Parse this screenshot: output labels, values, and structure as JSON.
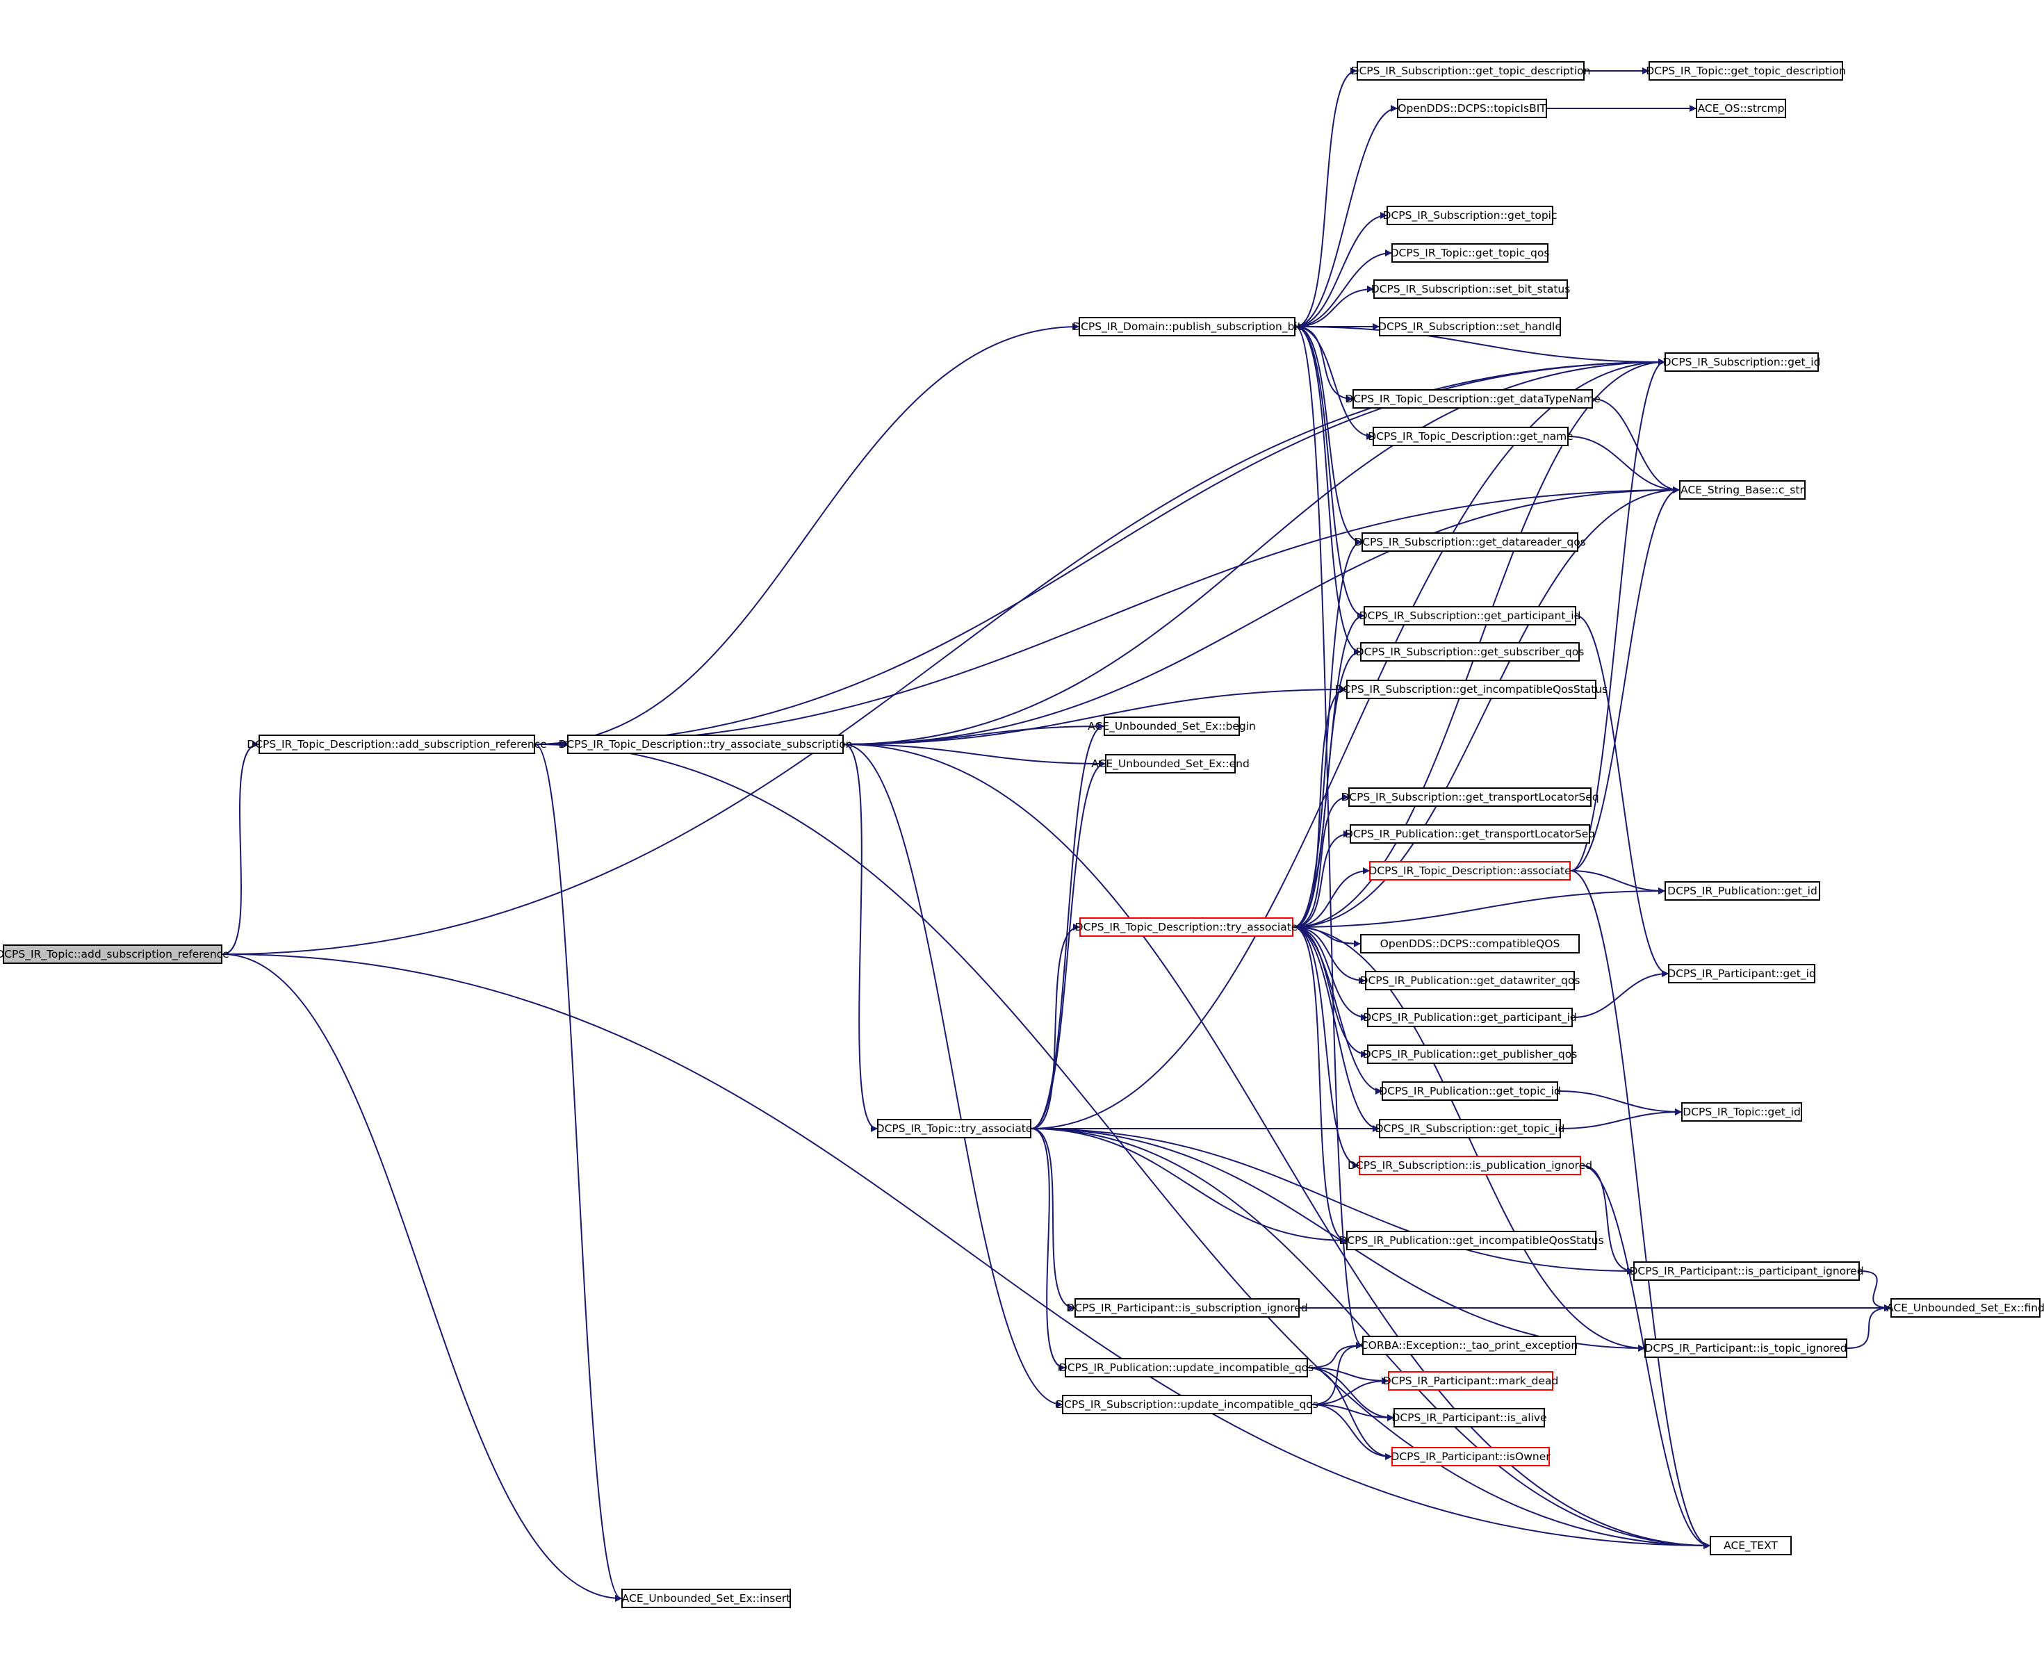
{
  "graph": {
    "colors": {
      "edge": "#191970",
      "node_border": "#000000",
      "truncated_border": "#ff0000",
      "root_fill": "#bfbfbf",
      "background": "#ffffff"
    },
    "nodes": {
      "root": {
        "label": "DCPS_IR_Topic::add_subscription_reference",
        "kind": "root"
      },
      "n1": {
        "label": "DCPS_IR_Topic_Description::add_subscription_reference",
        "kind": "normal"
      },
      "n2": {
        "label": "DCPS_IR_Topic_Description::try_associate_subscription",
        "kind": "normal"
      },
      "n3": {
        "label": "DCPS_IR_Domain::publish_subscription_bit",
        "kind": "normal"
      },
      "n4": {
        "label": "DCPS_IR_Subscription::get_topic_description",
        "kind": "normal"
      },
      "n5": {
        "label": "DCPS_IR_Topic::get_topic_description",
        "kind": "normal"
      },
      "n6": {
        "label": "OpenDDS::DCPS::topicIsBIT",
        "kind": "normal"
      },
      "n7": {
        "label": "ACE_OS::strcmp",
        "kind": "normal"
      },
      "n8": {
        "label": "DCPS_IR_Subscription::get_topic",
        "kind": "normal"
      },
      "n9": {
        "label": "DCPS_IR_Topic::get_topic_qos",
        "kind": "normal"
      },
      "n10": {
        "label": "DCPS_IR_Subscription::set_bit_status",
        "kind": "normal"
      },
      "n11": {
        "label": "DCPS_IR_Subscription::set_handle",
        "kind": "normal"
      },
      "n12": {
        "label": "DCPS_IR_Subscription::get_id",
        "kind": "normal"
      },
      "n13": {
        "label": "DCPS_IR_Topic_Description::get_dataTypeName",
        "kind": "normal"
      },
      "n14": {
        "label": "DCPS_IR_Topic_Description::get_name",
        "kind": "normal"
      },
      "n15": {
        "label": "ACE_String_Base::c_str",
        "kind": "normal"
      },
      "n16": {
        "label": "DCPS_IR_Subscription::get_datareader_qos",
        "kind": "normal"
      },
      "n17": {
        "label": "DCPS_IR_Subscription::get_participant_id",
        "kind": "normal"
      },
      "n18": {
        "label": "DCPS_IR_Subscription::get_subscriber_qos",
        "kind": "normal"
      },
      "n19": {
        "label": "DCPS_IR_Subscription::get_incompatibleQosStatus",
        "kind": "normal"
      },
      "n20": {
        "label": "ACE_Unbounded_Set_Ex::begin",
        "kind": "normal"
      },
      "n21": {
        "label": "ACE_Unbounded_Set_Ex::end",
        "kind": "normal"
      },
      "n22": {
        "label": "DCPS_IR_Subscription::get_transportLocatorSeq",
        "kind": "normal"
      },
      "n23": {
        "label": "DCPS_IR_Publication::get_transportLocatorSeq",
        "kind": "normal"
      },
      "n24": {
        "label": "DCPS_IR_Topic_Description::associate",
        "kind": "truncated"
      },
      "n25": {
        "label": "DCPS_IR_Publication::get_id",
        "kind": "normal"
      },
      "n26": {
        "label": "DCPS_IR_Topic_Description::try_associate",
        "kind": "truncated"
      },
      "n27": {
        "label": "OpenDDS::DCPS::compatibleQOS",
        "kind": "normal"
      },
      "n28": {
        "label": "DCPS_IR_Publication::get_datawriter_qos",
        "kind": "normal"
      },
      "n29": {
        "label": "DCPS_IR_Participant::get_id",
        "kind": "normal"
      },
      "n30": {
        "label": "DCPS_IR_Publication::get_participant_id",
        "kind": "normal"
      },
      "n31": {
        "label": "DCPS_IR_Publication::get_publisher_qos",
        "kind": "normal"
      },
      "n32": {
        "label": "DCPS_IR_Publication::get_topic_id",
        "kind": "normal"
      },
      "n33": {
        "label": "DCPS_IR_Topic::get_id",
        "kind": "normal"
      },
      "n34": {
        "label": "DCPS_IR_Topic::try_associate",
        "kind": "normal"
      },
      "n35": {
        "label": "DCPS_IR_Subscription::get_topic_id",
        "kind": "normal"
      },
      "n36": {
        "label": "DCPS_IR_Subscription::is_publication_ignored",
        "kind": "truncated"
      },
      "n37": {
        "label": "DCPS_IR_Publication::get_incompatibleQosStatus",
        "kind": "normal"
      },
      "n38": {
        "label": "DCPS_IR_Participant::is_participant_ignored",
        "kind": "normal"
      },
      "n39": {
        "label": "ACE_Unbounded_Set_Ex::find",
        "kind": "normal"
      },
      "n40": {
        "label": "DCPS_IR_Participant::is_subscription_ignored",
        "kind": "normal"
      },
      "n41": {
        "label": "CORBA::Exception::_tao_print_exception",
        "kind": "normal"
      },
      "n42": {
        "label": "DCPS_IR_Participant::is_topic_ignored",
        "kind": "normal"
      },
      "n43": {
        "label": "DCPS_IR_Publication::update_incompatible_qos",
        "kind": "normal"
      },
      "n44": {
        "label": "DCPS_IR_Participant::mark_dead",
        "kind": "truncated"
      },
      "n45": {
        "label": "DCPS_IR_Subscription::update_incompatible_qos",
        "kind": "normal"
      },
      "n46": {
        "label": "DCPS_IR_Participant::is_alive",
        "kind": "normal"
      },
      "n47": {
        "label": "DCPS_IR_Participant::isOwner",
        "kind": "truncated"
      },
      "n48": {
        "label": "ACE_TEXT",
        "kind": "normal"
      },
      "n49": {
        "label": "ACE_Unbounded_Set_Ex::insert",
        "kind": "normal"
      }
    },
    "edges": [
      [
        "root",
        "n1"
      ],
      [
        "root",
        "n12"
      ],
      [
        "root",
        "n48"
      ],
      [
        "root",
        "n49"
      ],
      [
        "n1",
        "n2"
      ],
      [
        "n1",
        "n3"
      ],
      [
        "n1",
        "n12"
      ],
      [
        "n1",
        "n15"
      ],
      [
        "n1",
        "n48"
      ],
      [
        "n1",
        "n49"
      ],
      [
        "n2",
        "n12"
      ],
      [
        "n2",
        "n15"
      ],
      [
        "n2",
        "n19"
      ],
      [
        "n2",
        "n20"
      ],
      [
        "n2",
        "n21"
      ],
      [
        "n2",
        "n34"
      ],
      [
        "n2",
        "n45"
      ],
      [
        "n2",
        "n48"
      ],
      [
        "n3",
        "n4"
      ],
      [
        "n3",
        "n6"
      ],
      [
        "n3",
        "n8"
      ],
      [
        "n3",
        "n9"
      ],
      [
        "n3",
        "n10"
      ],
      [
        "n3",
        "n11"
      ],
      [
        "n3",
        "n12"
      ],
      [
        "n3",
        "n13"
      ],
      [
        "n3",
        "n14"
      ],
      [
        "n3",
        "n16"
      ],
      [
        "n3",
        "n17"
      ],
      [
        "n3",
        "n18"
      ],
      [
        "n3",
        "n41"
      ],
      [
        "n4",
        "n5"
      ],
      [
        "n6",
        "n7"
      ],
      [
        "n13",
        "n15"
      ],
      [
        "n14",
        "n15"
      ],
      [
        "n17",
        "n29"
      ],
      [
        "n24",
        "n25"
      ],
      [
        "n24",
        "n12"
      ],
      [
        "n24",
        "n15"
      ],
      [
        "n24",
        "n48"
      ],
      [
        "n26",
        "n12"
      ],
      [
        "n26",
        "n15"
      ],
      [
        "n26",
        "n16"
      ],
      [
        "n26",
        "n17"
      ],
      [
        "n26",
        "n18"
      ],
      [
        "n26",
        "n19"
      ],
      [
        "n26",
        "n22"
      ],
      [
        "n26",
        "n23"
      ],
      [
        "n26",
        "n24"
      ],
      [
        "n26",
        "n25"
      ],
      [
        "n26",
        "n27"
      ],
      [
        "n26",
        "n28"
      ],
      [
        "n26",
        "n30"
      ],
      [
        "n26",
        "n31"
      ],
      [
        "n26",
        "n32"
      ],
      [
        "n26",
        "n35"
      ],
      [
        "n26",
        "n36"
      ],
      [
        "n26",
        "n37"
      ],
      [
        "n26",
        "n42"
      ],
      [
        "n30",
        "n29"
      ],
      [
        "n32",
        "n33"
      ],
      [
        "n35",
        "n33"
      ],
      [
        "n34",
        "n12"
      ],
      [
        "n34",
        "n20"
      ],
      [
        "n34",
        "n21"
      ],
      [
        "n34",
        "n26"
      ],
      [
        "n34",
        "n35"
      ],
      [
        "n34",
        "n37"
      ],
      [
        "n34",
        "n38"
      ],
      [
        "n34",
        "n40"
      ],
      [
        "n34",
        "n42"
      ],
      [
        "n34",
        "n43"
      ],
      [
        "n34",
        "n48"
      ],
      [
        "n36",
        "n38"
      ],
      [
        "n36",
        "n48"
      ],
      [
        "n38",
        "n39"
      ],
      [
        "n40",
        "n39"
      ],
      [
        "n42",
        "n39"
      ],
      [
        "n43",
        "n41"
      ],
      [
        "n43",
        "n44"
      ],
      [
        "n43",
        "n46"
      ],
      [
        "n43",
        "n47"
      ],
      [
        "n45",
        "n41"
      ],
      [
        "n45",
        "n44"
      ],
      [
        "n45",
        "n46"
      ],
      [
        "n45",
        "n47"
      ]
    ]
  }
}
